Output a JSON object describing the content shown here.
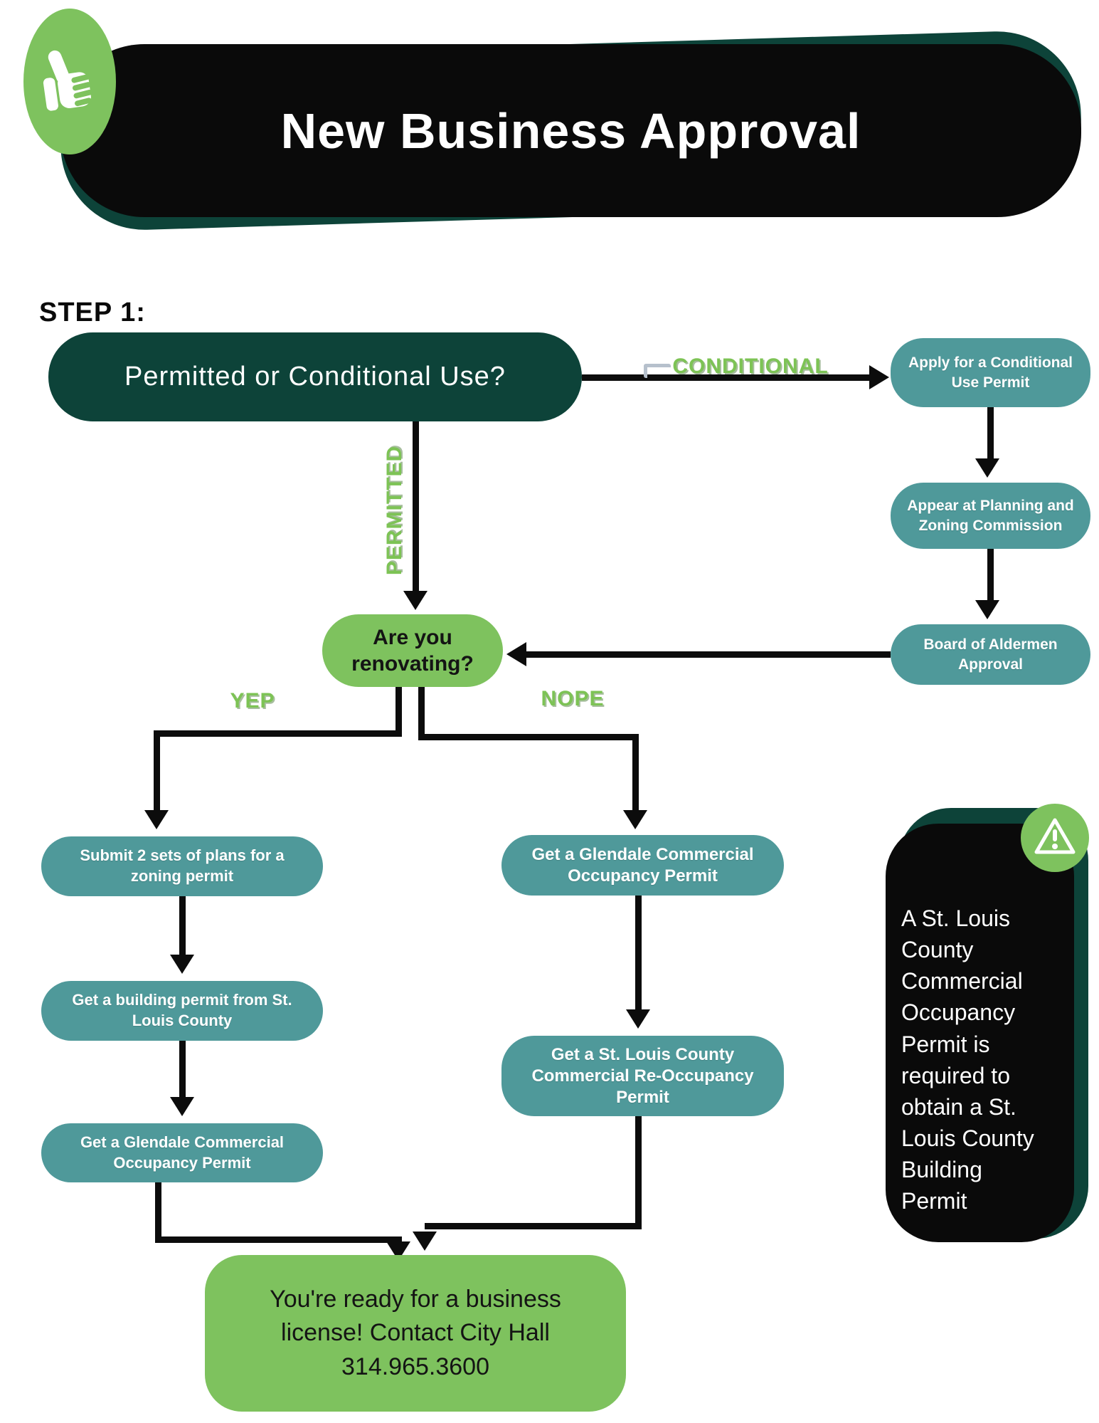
{
  "colors": {
    "dark_green": "#0d4339",
    "black": "#0a0a0a",
    "teal": "#4f999a",
    "bright_green": "#7ec25e",
    "label_green": "#7dc355",
    "white": "#ffffff"
  },
  "header": {
    "title": "New Business Approval",
    "icon": "thumbs-up-icon"
  },
  "step_label": "STEP 1:",
  "flowchart": {
    "decision_start": {
      "text": "Permitted or Conditional Use?"
    },
    "branch_labels": {
      "conditional": "CONDITIONAL",
      "permitted": "PERMITTED",
      "yes": "YEP",
      "no": "NOPE"
    },
    "conditional_path": [
      {
        "text": "Apply for a Conditional\nUse Permit"
      },
      {
        "text": "Appear at Planning and\nZoning Commission"
      },
      {
        "text": "Board of Aldermen\nApproval"
      }
    ],
    "decision_renovating": {
      "text": "Are you\nrenovating?"
    },
    "yep_path": [
      {
        "text": "Submit 2 sets of plans for a\nzoning permit"
      },
      {
        "text": "Get a building permit from St.\nLouis County"
      },
      {
        "text": "Get a Glendale Commercial\nOccupancy Permit"
      }
    ],
    "nope_path": [
      {
        "text": "Get a Glendale Commercial\nOccupancy Permit"
      },
      {
        "text": "Get a St. Louis County\nCommercial Re-Occupancy\nPermit"
      }
    ],
    "final": {
      "text": "You're ready for a business\nlicense! Contact City Hall\n314.965.3600"
    },
    "warning_note": {
      "icon": "warning-triangle-icon",
      "text": "A St. Louis\nCounty\nCommercial\nOccupancy\nPermit is\nrequired to\nobtain a St.\nLouis County\nBuilding\nPermit"
    }
  }
}
